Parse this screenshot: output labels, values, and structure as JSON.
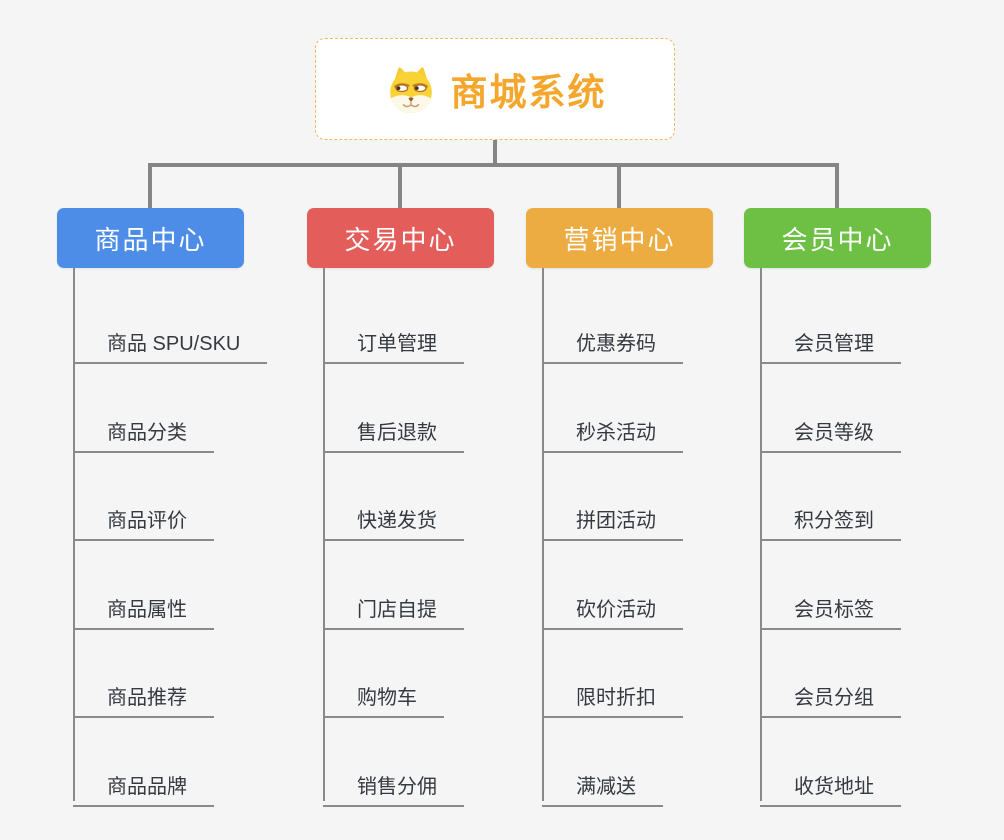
{
  "root": {
    "title": "商城系统",
    "icon": "doge-icon"
  },
  "branches": [
    {
      "label": "商品中心",
      "color": "#4d8de8",
      "children": [
        "商品 SPU/SKU",
        "商品分类",
        "商品评价",
        "商品属性",
        "商品推荐",
        "商品品牌"
      ]
    },
    {
      "label": "交易中心",
      "color": "#e35d5b",
      "children": [
        "订单管理",
        "售后退款",
        "快递发货",
        "门店自提",
        "购物车",
        "销售分佣"
      ]
    },
    {
      "label": "营销中心",
      "color": "#ecac41",
      "children": [
        "优惠券码",
        "秒杀活动",
        "拼团活动",
        "砍价活动",
        "限时折扣",
        "满减送"
      ]
    },
    {
      "label": "会员中心",
      "color": "#6dc044",
      "children": [
        "会员管理",
        "会员等级",
        "积分签到",
        "会员标签",
        "会员分组",
        "收货地址"
      ]
    }
  ],
  "colors": {
    "background": "#f5f5f6",
    "connector": "#858585",
    "underline": "#8a8a8a",
    "root_border": "#efb95e",
    "root_title": "#f5a62d",
    "leaf_text": "#353a40"
  }
}
